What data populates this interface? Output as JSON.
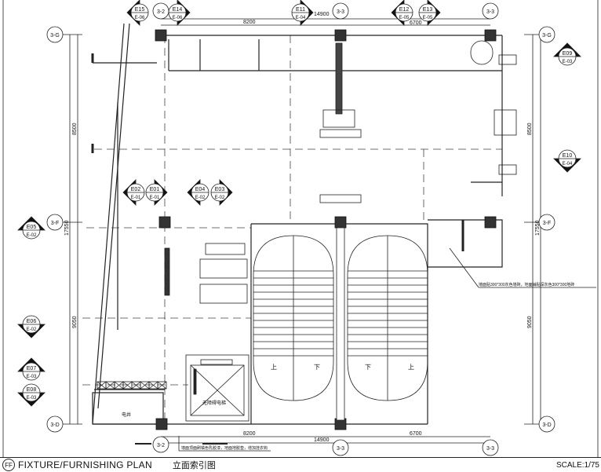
{
  "title": {
    "badge": "FF",
    "name": "FIXTURE/FURNISHING PLAN",
    "subtitle": "立面索引图",
    "scale": "SCALE:1/75"
  },
  "dimensions": {
    "top_total": "14900",
    "top_left": "8200",
    "top_right": "6700",
    "bottom_total": "14900",
    "bottom_left": "8200",
    "bottom_right": "6700",
    "side_total": "17550",
    "side_upper": "8500",
    "side_lower": "9050"
  },
  "grid_labels": {
    "col_a": "3-2",
    "col_b": "3-3",
    "col_c": "3-3",
    "row_g": "3-G",
    "row_f": "3-F",
    "row_d": "3-D"
  },
  "elevation_tags": [
    {
      "id": "E15",
      "ref": "E-06"
    },
    {
      "id": "E14",
      "ref": "E-06"
    },
    {
      "id": "E11",
      "ref": "E-04"
    },
    {
      "id": "E12",
      "ref": "E-05"
    },
    {
      "id": "E13",
      "ref": "E-05"
    },
    {
      "id": "E09",
      "ref": "E-03"
    },
    {
      "id": "E10",
      "ref": "E-04"
    },
    {
      "id": "E05",
      "ref": "E-02"
    },
    {
      "id": "E06",
      "ref": "E-02"
    },
    {
      "id": "E07",
      "ref": "E-03"
    },
    {
      "id": "E08",
      "ref": "E-03"
    },
    {
      "id": "E02",
      "ref": "E-01"
    },
    {
      "id": "E01",
      "ref": "E-01"
    },
    {
      "id": "E04",
      "ref": "E-02"
    },
    {
      "id": "E03",
      "ref": "E-02"
    }
  ],
  "rooms": {
    "elevator": "无障碍电梯",
    "shaft": "电井"
  },
  "stairs": {
    "up": "上",
    "down": "下"
  },
  "notes": {
    "toilet": "墙面贴300*300灰色墙砖，地面铺贴深灰色300*300地砖",
    "bottom": "墙面顶面刷橘色乳胶漆，地面地胶垫，增加挂衣钩"
  }
}
